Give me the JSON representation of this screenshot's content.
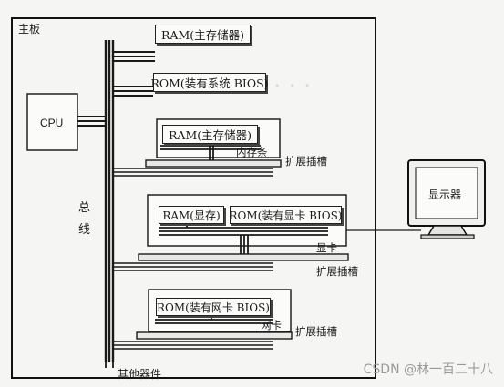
{
  "mainboard_label": "主板",
  "cpu_label": "CPU",
  "bus_label_1": "总",
  "bus_label_2": "线",
  "other_devices_label": "其他器件",
  "ram_main_label": "RAM(主存储器)",
  "rom_system_bios_label": "ROM(装有系统 BIOS)",
  "memory_module": {
    "ram_label": "RAM(主存储器)",
    "module_label": "内存条",
    "slot_label": "扩展插槽"
  },
  "video_card": {
    "ram_label": "RAM(显存)",
    "rom_label": "ROM(装有显卡 BIOS)",
    "card_label": "显卡",
    "slot_label": "扩展插槽"
  },
  "network_card": {
    "rom_label": "ROM(装有网卡 BIOS)",
    "card_label": "网卡",
    "slot_label": "扩展插槽"
  },
  "monitor_label": "显示器",
  "watermark": "CSDN @林一百二十八"
}
